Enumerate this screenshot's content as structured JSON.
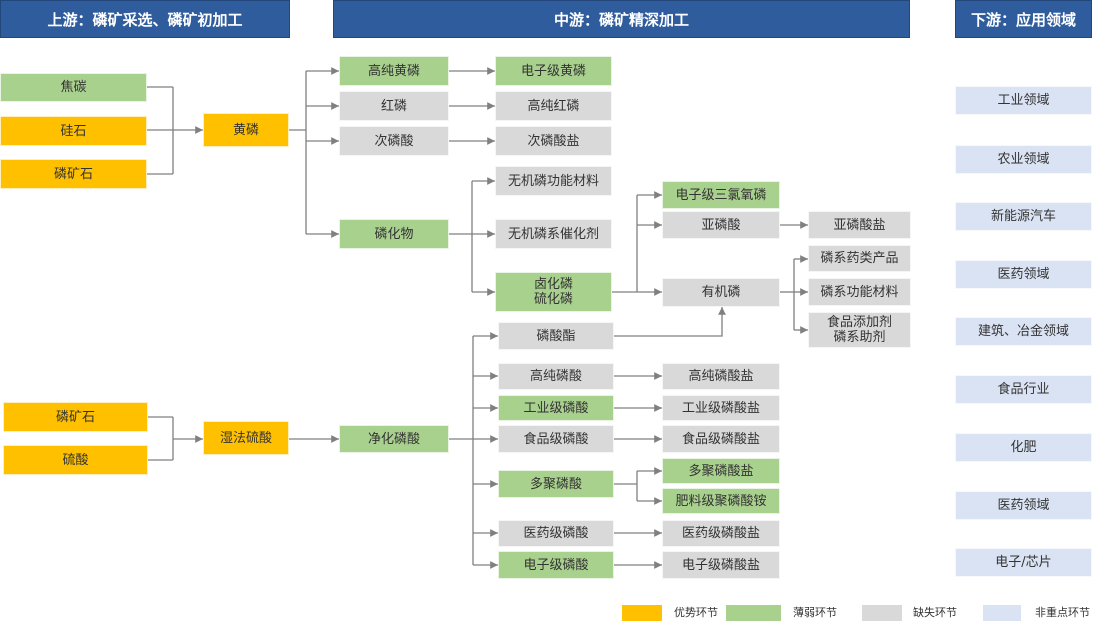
{
  "headers": {
    "upstream": "上游：磷矿采选、磷矿初加工",
    "midstream": "中游：磷矿精深加工",
    "downstream": "下游：应用领域"
  },
  "upstream": {
    "yellow_phosphorus_inputs": [
      "焦碳",
      "硅石",
      "磷矿石"
    ],
    "yellow_phosphorus": "黄磷",
    "wet_process_inputs": [
      "磷矿石",
      "硫酸"
    ],
    "wet_process": "湿法硫酸"
  },
  "midstream": {
    "phosphorus_branch": {
      "level1": [
        "高纯黄磷",
        "红磷",
        "次磷酸",
        "磷化物"
      ],
      "level2": [
        "电子级黄磷",
        "高纯红磷",
        "次磷酸盐"
      ],
      "phosphide_products": [
        "无机磷功能材料",
        "无机磷系催化剂",
        "卤化磷\n硫化磷"
      ],
      "halide_products": [
        "电子级三氯氧磷",
        "亚磷酸",
        "有机磷"
      ],
      "phosphite_salt": "亚磷酸盐",
      "organic_products": [
        "磷系药类产品",
        "磷系功能材料",
        "食品添加剂\n磷系助剂"
      ]
    },
    "acid_branch": {
      "purified_acid": "净化磷酸",
      "phosphate_ester": "磷酸酯",
      "acids": [
        "高纯磷酸",
        "工业级磷酸",
        "食品级磷酸",
        "多聚磷酸",
        "医药级磷酸",
        "电子级磷酸"
      ],
      "salts": [
        "高纯磷酸盐",
        "工业级磷酸盐",
        "食品级磷酸盐",
        "多聚磷酸盐",
        "肥料级聚磷酸铵",
        "医药级磷酸盐",
        "电子级磷酸盐"
      ]
    }
  },
  "downstream": [
    "工业领域",
    "农业领域",
    "新能源汽车",
    "医药领域",
    "建筑、冶金领域",
    "食品行业",
    "化肥",
    "医药领域",
    "电子/芯片"
  ],
  "legend": [
    {
      "label": "优势环节",
      "color": "#ffc000"
    },
    {
      "label": "薄弱环节",
      "color": "#a9d18e"
    },
    {
      "label": "缺失环节",
      "color": "#d9d9d9"
    },
    {
      "label": "非重点环节",
      "color": "#dae3f3"
    }
  ],
  "colors": {
    "header": "#2f5c9c",
    "connector": "#808080"
  }
}
